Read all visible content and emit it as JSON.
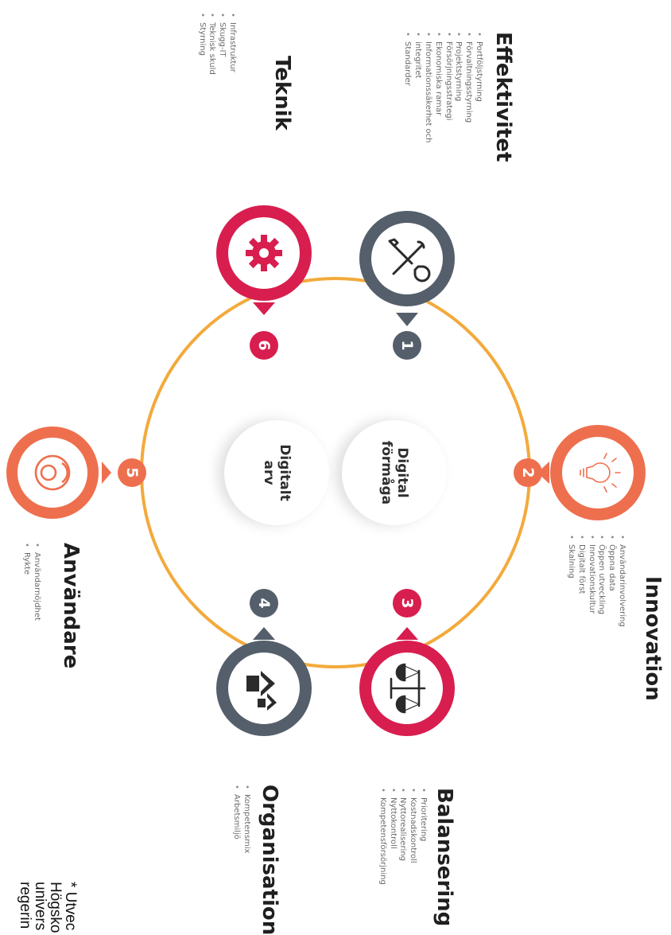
{
  "center": {
    "top_line1": "Digital",
    "top_line2": "förmåga",
    "bottom_line1": "Digitalt",
    "bottom_line2": "arv"
  },
  "nodes": [
    {
      "number": "1",
      "icon": "wrench-screwdriver-icon",
      "color": "#545f6b"
    },
    {
      "number": "2",
      "icon": "lightbulb-icon",
      "color": "#ee6f4e"
    },
    {
      "number": "3",
      "icon": "balance-scale-icon",
      "color": "#d81e4e"
    },
    {
      "number": "4",
      "icon": "organisation-houses-icon",
      "color": "#545f6b"
    },
    {
      "number": "5",
      "icon": "user-circle-icon",
      "color": "#ee6f4e"
    },
    {
      "number": "6",
      "icon": "gear-icon",
      "color": "#d81e4e"
    }
  ],
  "ring_color": "#f3aa3c",
  "sections": {
    "effektivitet": {
      "title": "Effektivitet",
      "items": [
        "Portföljstyrning",
        "Förvaltningsstyrning",
        "Projektstyrning",
        "Försörjningsstrategi",
        "Ekonomiska ramar",
        "Informationssäkerhet och",
        "integritet",
        "Standarder"
      ]
    },
    "teknik": {
      "title": "Teknik",
      "items": [
        "Infrastruktur",
        "Skugg-IT",
        "Teknisk skuld",
        "Styrning"
      ]
    },
    "innovation": {
      "title": "Innovation",
      "items": [
        "Användarinvolvering",
        "Öppna data",
        "Öppen utveckling",
        "Innovationskultur",
        "Digitalt först",
        "Skalning"
      ]
    },
    "anvandare": {
      "title": "Användare",
      "items": [
        "Användarnöjdhet",
        "Rykte"
      ]
    },
    "balansering": {
      "title": "Balansering",
      "items": [
        "Prioritering",
        "Kostnadskontroll",
        "Nyttorealisering",
        "Nyttokontroll",
        "Kompetensförsörjning"
      ]
    },
    "organisation": {
      "title": "Organisation",
      "items": [
        "Kompetensmix",
        "Arbetsmiljö"
      ]
    }
  },
  "footnote": {
    "line1": "* Utvec",
    "line2": "Högsko",
    "line3": "univers",
    "line4": "regerin"
  }
}
